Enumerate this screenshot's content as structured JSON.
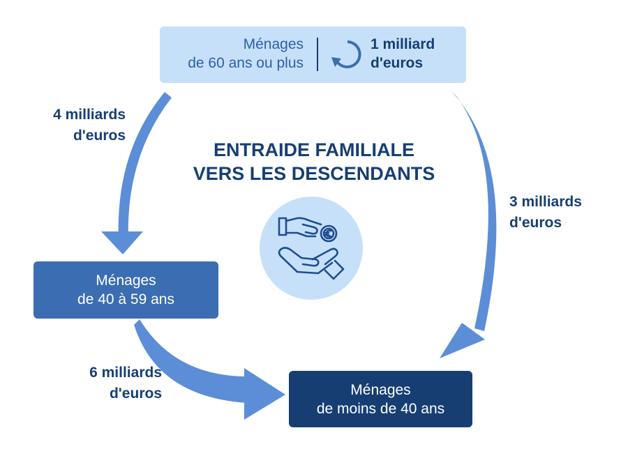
{
  "title": {
    "line1": "ENTRAIDE FAMILIALE",
    "line2": "VERS LES DESCENDANTS"
  },
  "nodes": {
    "top": {
      "line1": "Ménages",
      "line2": "de 60 ans ou plus",
      "amount_line1": "1 milliard",
      "amount_line2": "d'euros"
    },
    "middle": {
      "line1": "Ménages",
      "line2": "de 40 à 59 ans"
    },
    "bottom": {
      "line1": "Ménages",
      "line2": "de moins de 40 ans"
    }
  },
  "flows": {
    "top_to_middle": {
      "line1": "4 milliards",
      "line2": "d'euros"
    },
    "top_to_bottom": {
      "line1": "3 milliards",
      "line2": "d'euros"
    },
    "middle_to_bottom": {
      "line1": "6 milliards",
      "line2": "d'euros"
    }
  },
  "icons": {
    "center": "hand-giving-coin-icon",
    "top_box": "cycle-arrow-icon"
  },
  "colors": {
    "light_blue": "#c6e0fa",
    "medium_blue": "#3b6db3",
    "dark_blue": "#163e73",
    "arrow_blue": "#5b8ed6",
    "text_blue": "#2e5fa8"
  }
}
